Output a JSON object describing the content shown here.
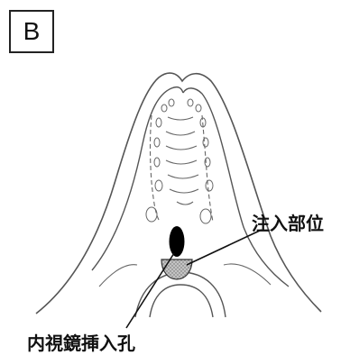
{
  "panel_label": "B",
  "labels": {
    "injection_site": "注入部位",
    "endoscope_insertion_hole": "内視鏡挿入孔"
  },
  "colors": {
    "line": "#555555",
    "ink": "#111111",
    "insertion_hole_fill": "#000000",
    "injection_site_fill": "#b9b9b9"
  }
}
